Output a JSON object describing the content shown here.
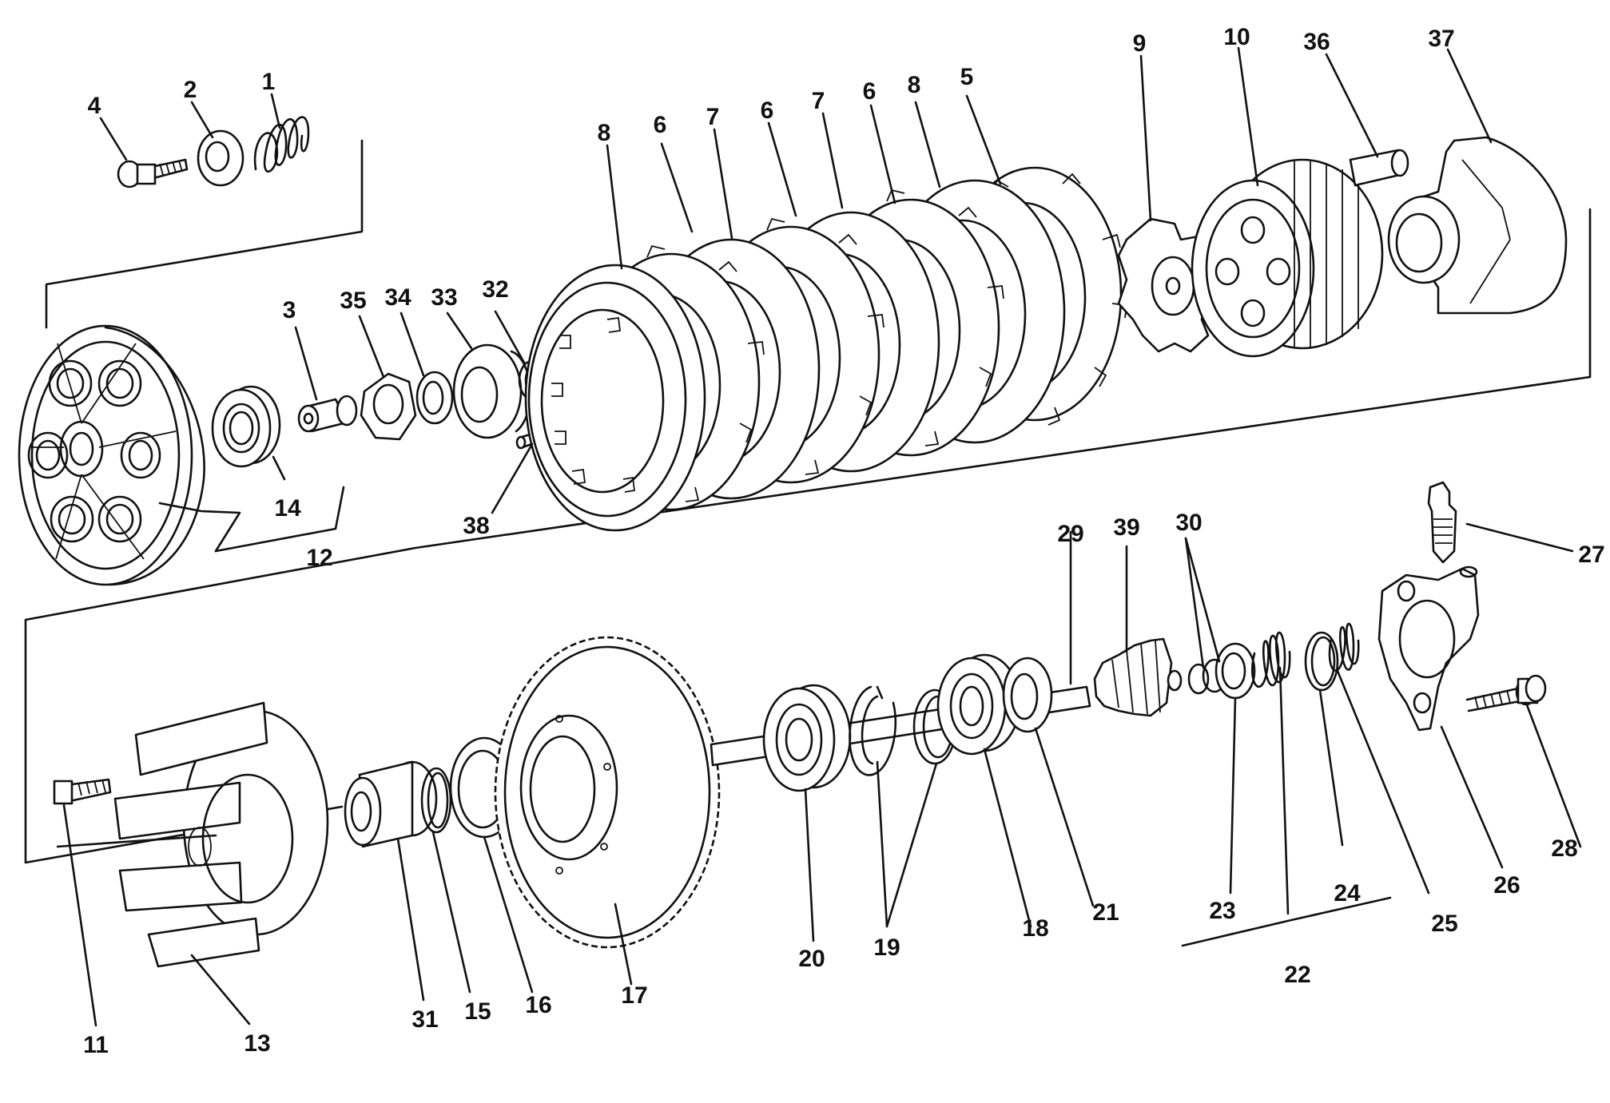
{
  "labels": [
    "1",
    "2",
    "3",
    "4",
    "5",
    "6",
    "6",
    "6",
    "7",
    "7",
    "8",
    "8",
    "9",
    "10",
    "11",
    "12",
    "13",
    "14",
    "15",
    "16",
    "17",
    "18",
    "19",
    "20",
    "21",
    "22",
    "23",
    "24",
    "25",
    "26",
    "27",
    "28",
    "29",
    "30",
    "31",
    "32",
    "33",
    "34",
    "35",
    "36",
    "37",
    "38",
    "39"
  ],
  "colors": {
    "line": "#111111",
    "background": "#ffffff"
  }
}
